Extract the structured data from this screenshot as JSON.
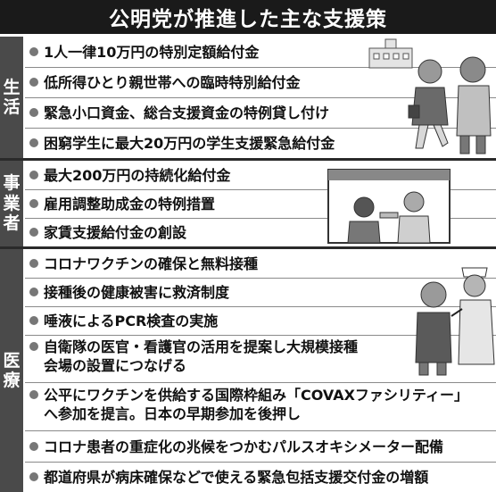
{
  "title": "公明党が推進した主な支援策",
  "sections": [
    {
      "category": "生活",
      "category_chars": [
        "生",
        "活"
      ],
      "items": [
        "1人一律10万円の特別定額給付金",
        "低所得ひとり親世帯への臨時特別給付金",
        "緊急小口資金、総合支援資金の特例貸し付け",
        "困窮学生に最大20万円の学生支援緊急給付金"
      ]
    },
    {
      "category": "事業者",
      "category_chars": [
        "事",
        "業",
        "者"
      ],
      "items": [
        "最大200万円の持続化給付金",
        "雇用調整助成金の特例措置",
        "家賃支援給付金の創設"
      ]
    },
    {
      "category": "医療",
      "category_chars": [
        "医",
        "療"
      ],
      "items": [
        "コロナワクチンの確保と無料接種",
        "接種後の健康被害に救済制度",
        "唾液によるPCR検査の実施",
        "自衛隊の医官・看護官の活用を提案し大規模接種\n会場の設置につなげる",
        "公平にワクチンを供給する国際枠組み「COVAXファシリティー」\nへ参加を提言。日本の早期参加を後押し",
        "コロナ患者の重症化の兆候をつかむパルスオキシメーター配備",
        "都道府県が病床確保などで使える緊急包括支援交付金の増額"
      ]
    }
  ]
}
